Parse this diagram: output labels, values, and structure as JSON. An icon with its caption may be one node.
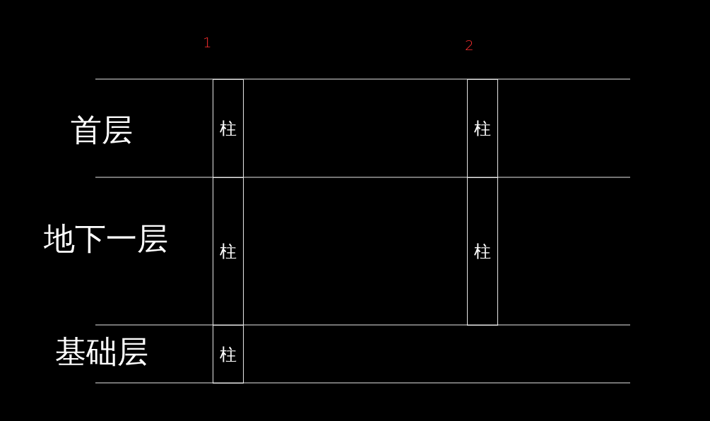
{
  "diagram": {
    "nodes": [
      {
        "text": [
          "柱"
        ]
      },
      {
        "text": [
          "柱"
        ]
      },
      {
        "text": [
          "柱"
        ]
      },
      {
        "text": [
          "柱"
        ]
      },
      {
        "text": [
          "柱"
        ]
      }
    ],
    "labels": [
      "1",
      "2",
      "首层",
      "地下一层",
      "基础层"
    ]
  }
}
